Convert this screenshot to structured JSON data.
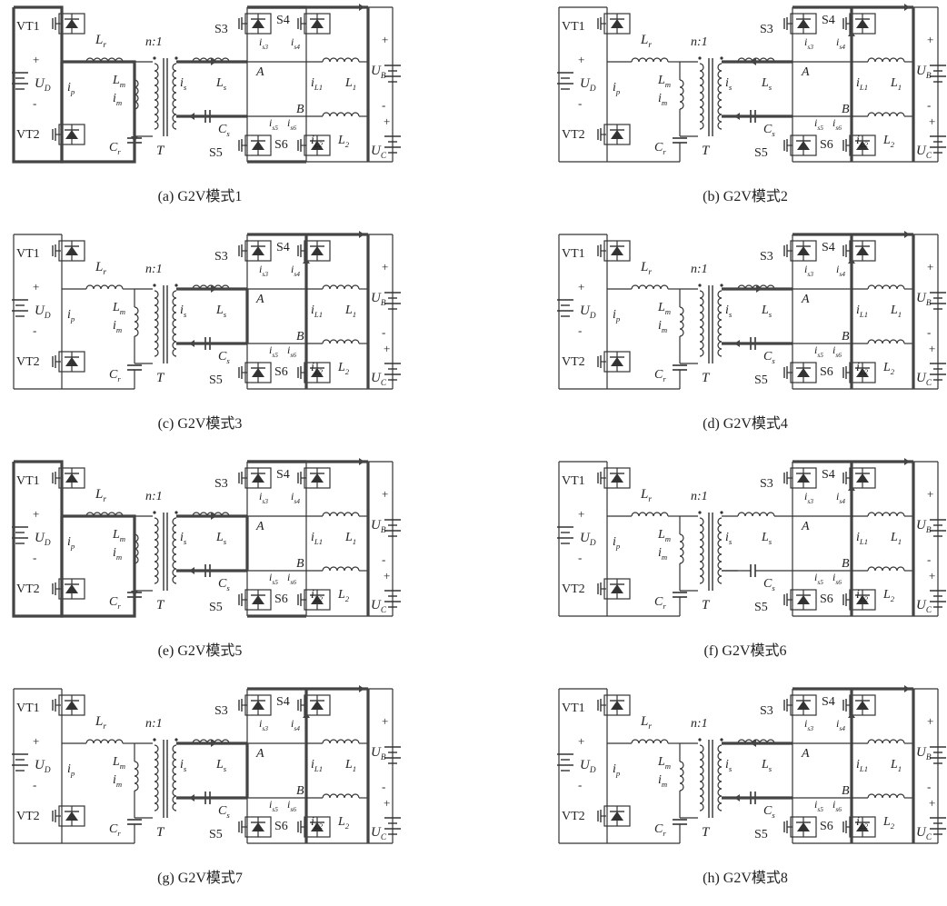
{
  "figure": {
    "panels": [
      {
        "caption": "(a) G2V模式1",
        "hl": [
          "primary",
          "sec_top",
          "sec_bottom",
          "ldo_top",
          "ldo_bottom",
          "out_right"
        ]
      },
      {
        "caption": "(b) G2V模式2",
        "hl": [
          "sec_top",
          "sec_bottom",
          "bridge_right",
          "out_right"
        ]
      },
      {
        "caption": "(c) G2V模式3",
        "hl": [
          "sec_top",
          "sec_bottom",
          "mid_leg",
          "bridge_right",
          "out_right"
        ]
      },
      {
        "caption": "(d) G2V模式4",
        "hl": [
          "sec_top",
          "sec_bottom",
          "bridge_right",
          "out_right"
        ]
      },
      {
        "caption": "(e) G2V模式5",
        "hl": [
          "primary",
          "sec_top",
          "sec_bottom",
          "mid_leg",
          "ldo_top",
          "ldo_bottom",
          "out_right"
        ]
      },
      {
        "caption": "(f) G2V模式6",
        "hl": [
          "bridge_right",
          "out_right"
        ]
      },
      {
        "caption": "(g) G2V模式7",
        "hl": [
          "sec_top",
          "sec_bottom",
          "mid_leg",
          "bridge_right",
          "out_right"
        ]
      },
      {
        "caption": "(h) G2V模式8",
        "hl": [
          "sec_top",
          "sec_bottom",
          "bridge_right",
          "out_right"
        ]
      }
    ],
    "labels": {
      "vt1": "VT1",
      "vt2": "VT2",
      "lr": "L",
      "lr_sub": "r",
      "ud": "U",
      "ud_sub": "D",
      "ip": "i",
      "ip_sub": "p",
      "lm": "L",
      "lm_sub": "m",
      "im": "i",
      "im_sub": "m",
      "cr": "C",
      "cr_sub": "r",
      "turns": "n:1",
      "t": "T",
      "is": "i",
      "is_sub": "s",
      "ls": "L",
      "ls_sub": "s",
      "cs": "C",
      "cs_sub": "s",
      "s3": "S3",
      "s4": "S4",
      "s5": "S5",
      "s6": "S6",
      "is3": "i",
      "is3_sub": "s3",
      "is4": "i",
      "is4_sub": "s4",
      "is5": "i",
      "is5_sub": "s5",
      "is6": "i",
      "is6_sub": "s6",
      "a": "A",
      "b": "B",
      "il1": "i",
      "il1_sub": "L1",
      "l1": "L",
      "l1_sub": "1",
      "il2": "i",
      "il2_sub": "L2",
      "l2": "L",
      "l2_sub": "2",
      "ub": "U",
      "ub_sub": "B",
      "uc": "U",
      "uc_sub": "C",
      "plus": "+",
      "minus": "-"
    }
  }
}
